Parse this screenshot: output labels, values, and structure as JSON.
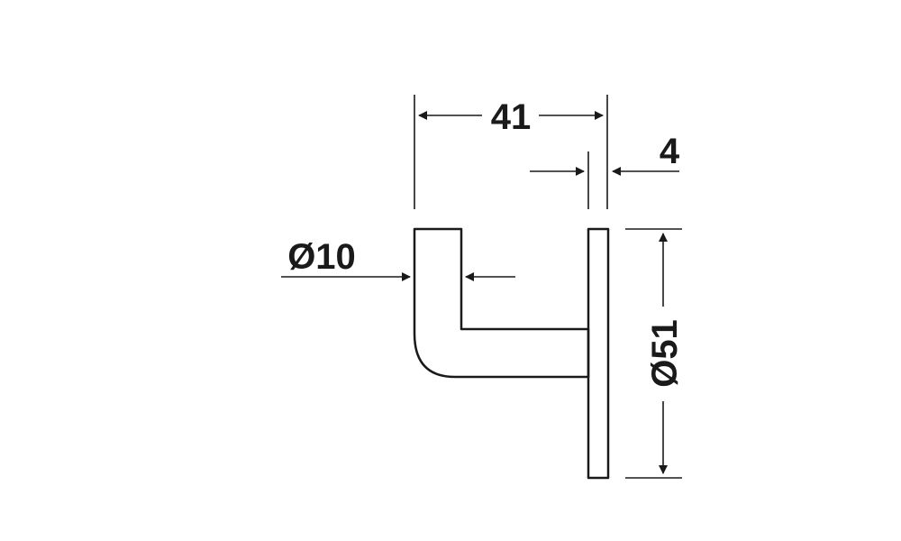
{
  "drawing": {
    "line_color": "#1a1a1a",
    "background": "#ffffff"
  },
  "dimensions": {
    "width_total": "41",
    "plate_thickness": "4",
    "rod_diameter": "Ø10",
    "plate_diameter": "Ø51"
  }
}
